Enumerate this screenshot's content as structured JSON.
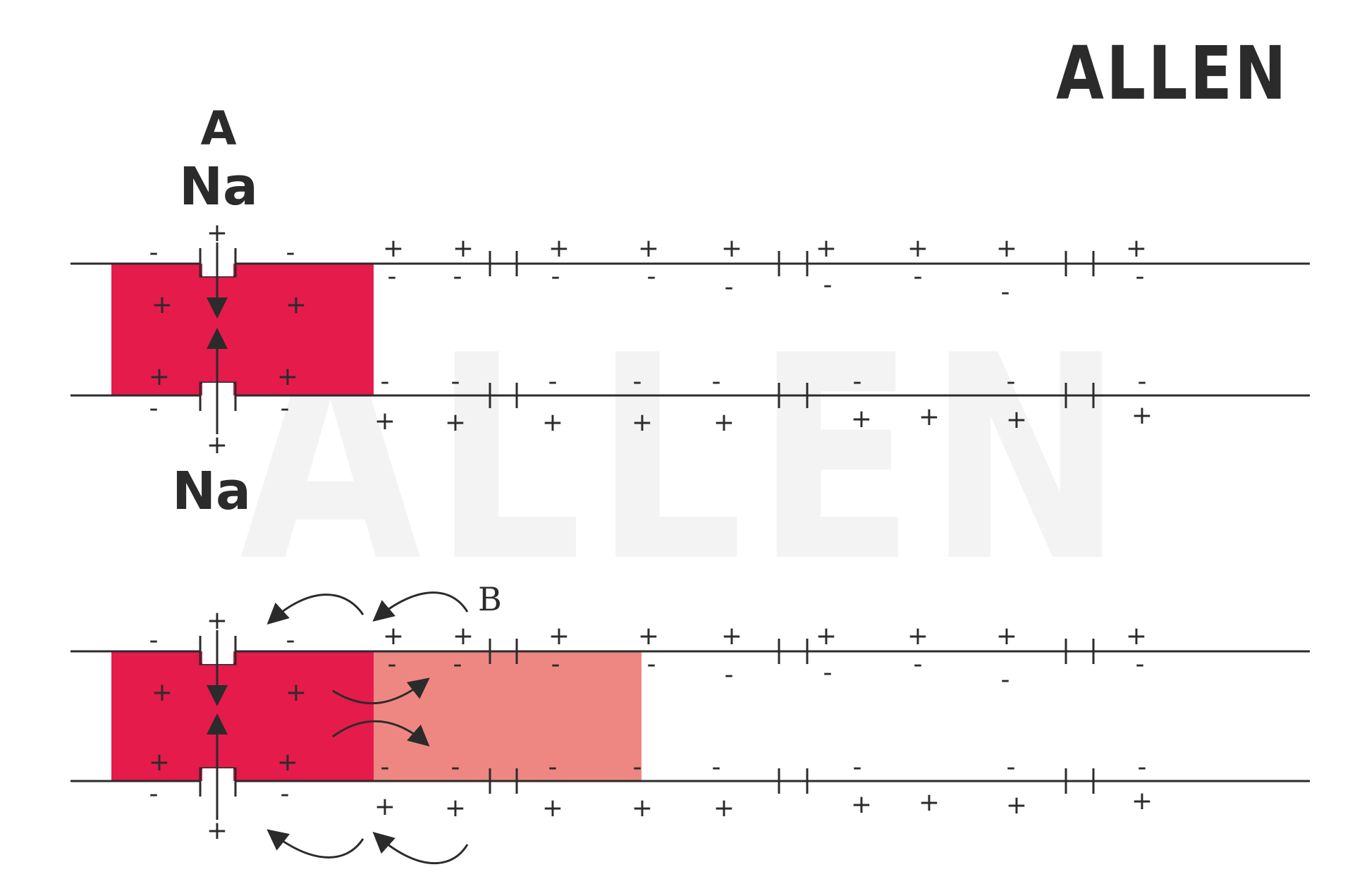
{
  "logo": {
    "text": "ALLEN"
  },
  "watermark": {
    "text": "ALLEN"
  },
  "colors": {
    "depolarized": "#e51b4b",
    "spreading": "#ee8782",
    "line": "#2b2b2b",
    "watermark": "#f3f3f3"
  },
  "panel_a": {
    "label": "A",
    "ion_top": "Na",
    "ion_bottom": "Na",
    "ion_charge": "+"
  },
  "panel_b": {
    "label": "B"
  },
  "signs": {
    "plus": "+",
    "minus": "-"
  }
}
